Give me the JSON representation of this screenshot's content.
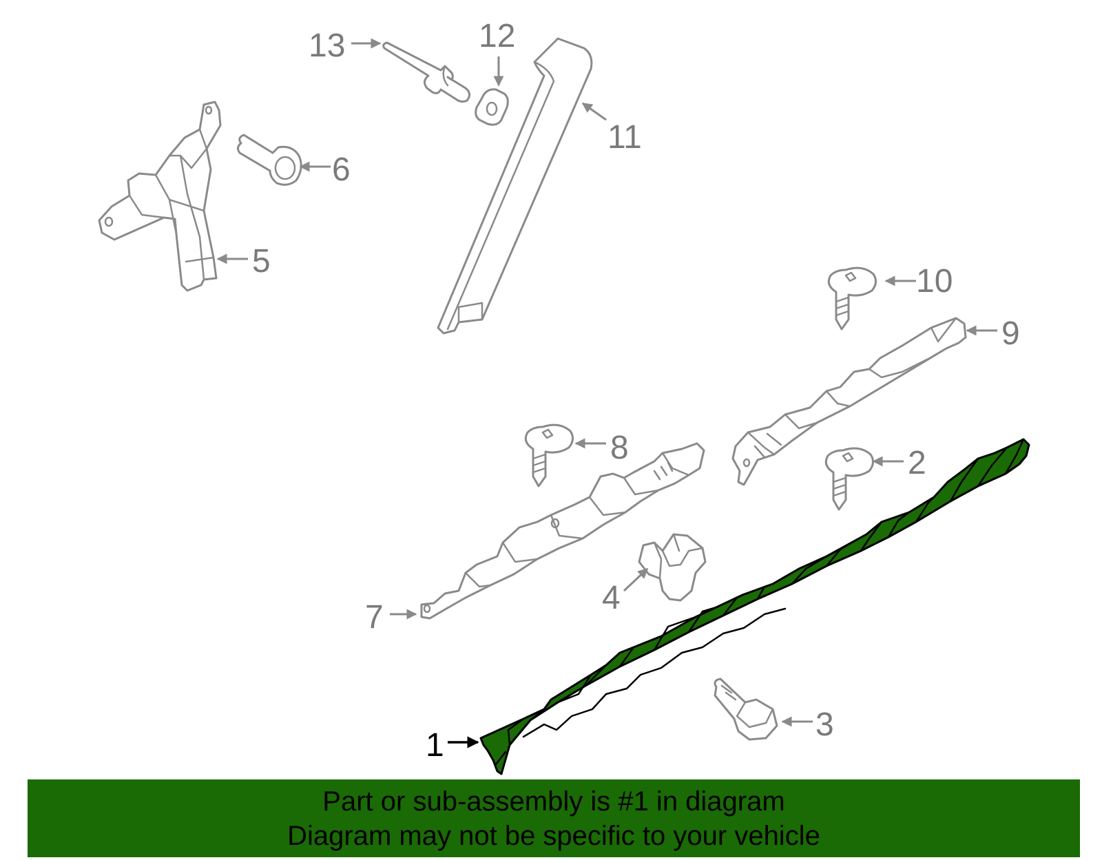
{
  "callouts": {
    "c1": "1",
    "c2": "2",
    "c3": "3",
    "c4": "4",
    "c5": "5",
    "c6": "6",
    "c7": "7",
    "c8": "8",
    "c9": "9",
    "c10": "10",
    "c11": "11",
    "c12": "12",
    "c13": "13"
  },
  "banner": {
    "line1": "Part or sub-assembly is #1 in diagram",
    "line2": "Diagram may not be specific to your vehicle"
  },
  "colors": {
    "highlight": "#1a6b05",
    "outline": "#8a8a8a"
  }
}
